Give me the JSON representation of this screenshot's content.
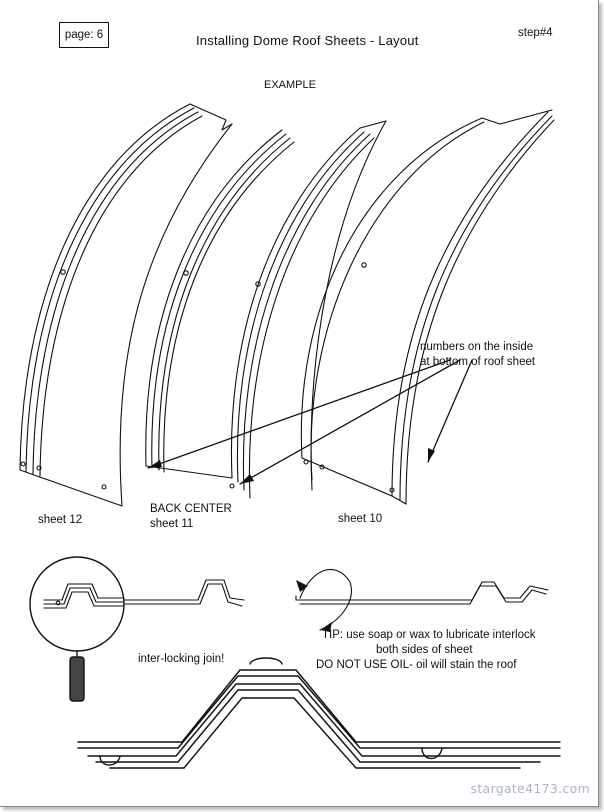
{
  "header": {
    "page_label": "page: 6",
    "title": "Installing Dome Roof Sheets - Layout",
    "step": "step#4"
  },
  "example_label": "EXAMPLE",
  "callout": {
    "line1": "numbers on the inside",
    "line2": "at bottom of roof sheet"
  },
  "sheets": {
    "sheet12": "sheet 12",
    "back_center": "BACK CENTER",
    "sheet11": "sheet 11",
    "sheet10": "sheet 10"
  },
  "tip": {
    "line1": "TIP: use soap or wax to lubricate interlock",
    "line2": "both sides of sheet",
    "line3": "DO NOT USE OIL- oil will stain the roof"
  },
  "interlock_label": "inter-locking join!",
  "footer": "stargate4173.com"
}
